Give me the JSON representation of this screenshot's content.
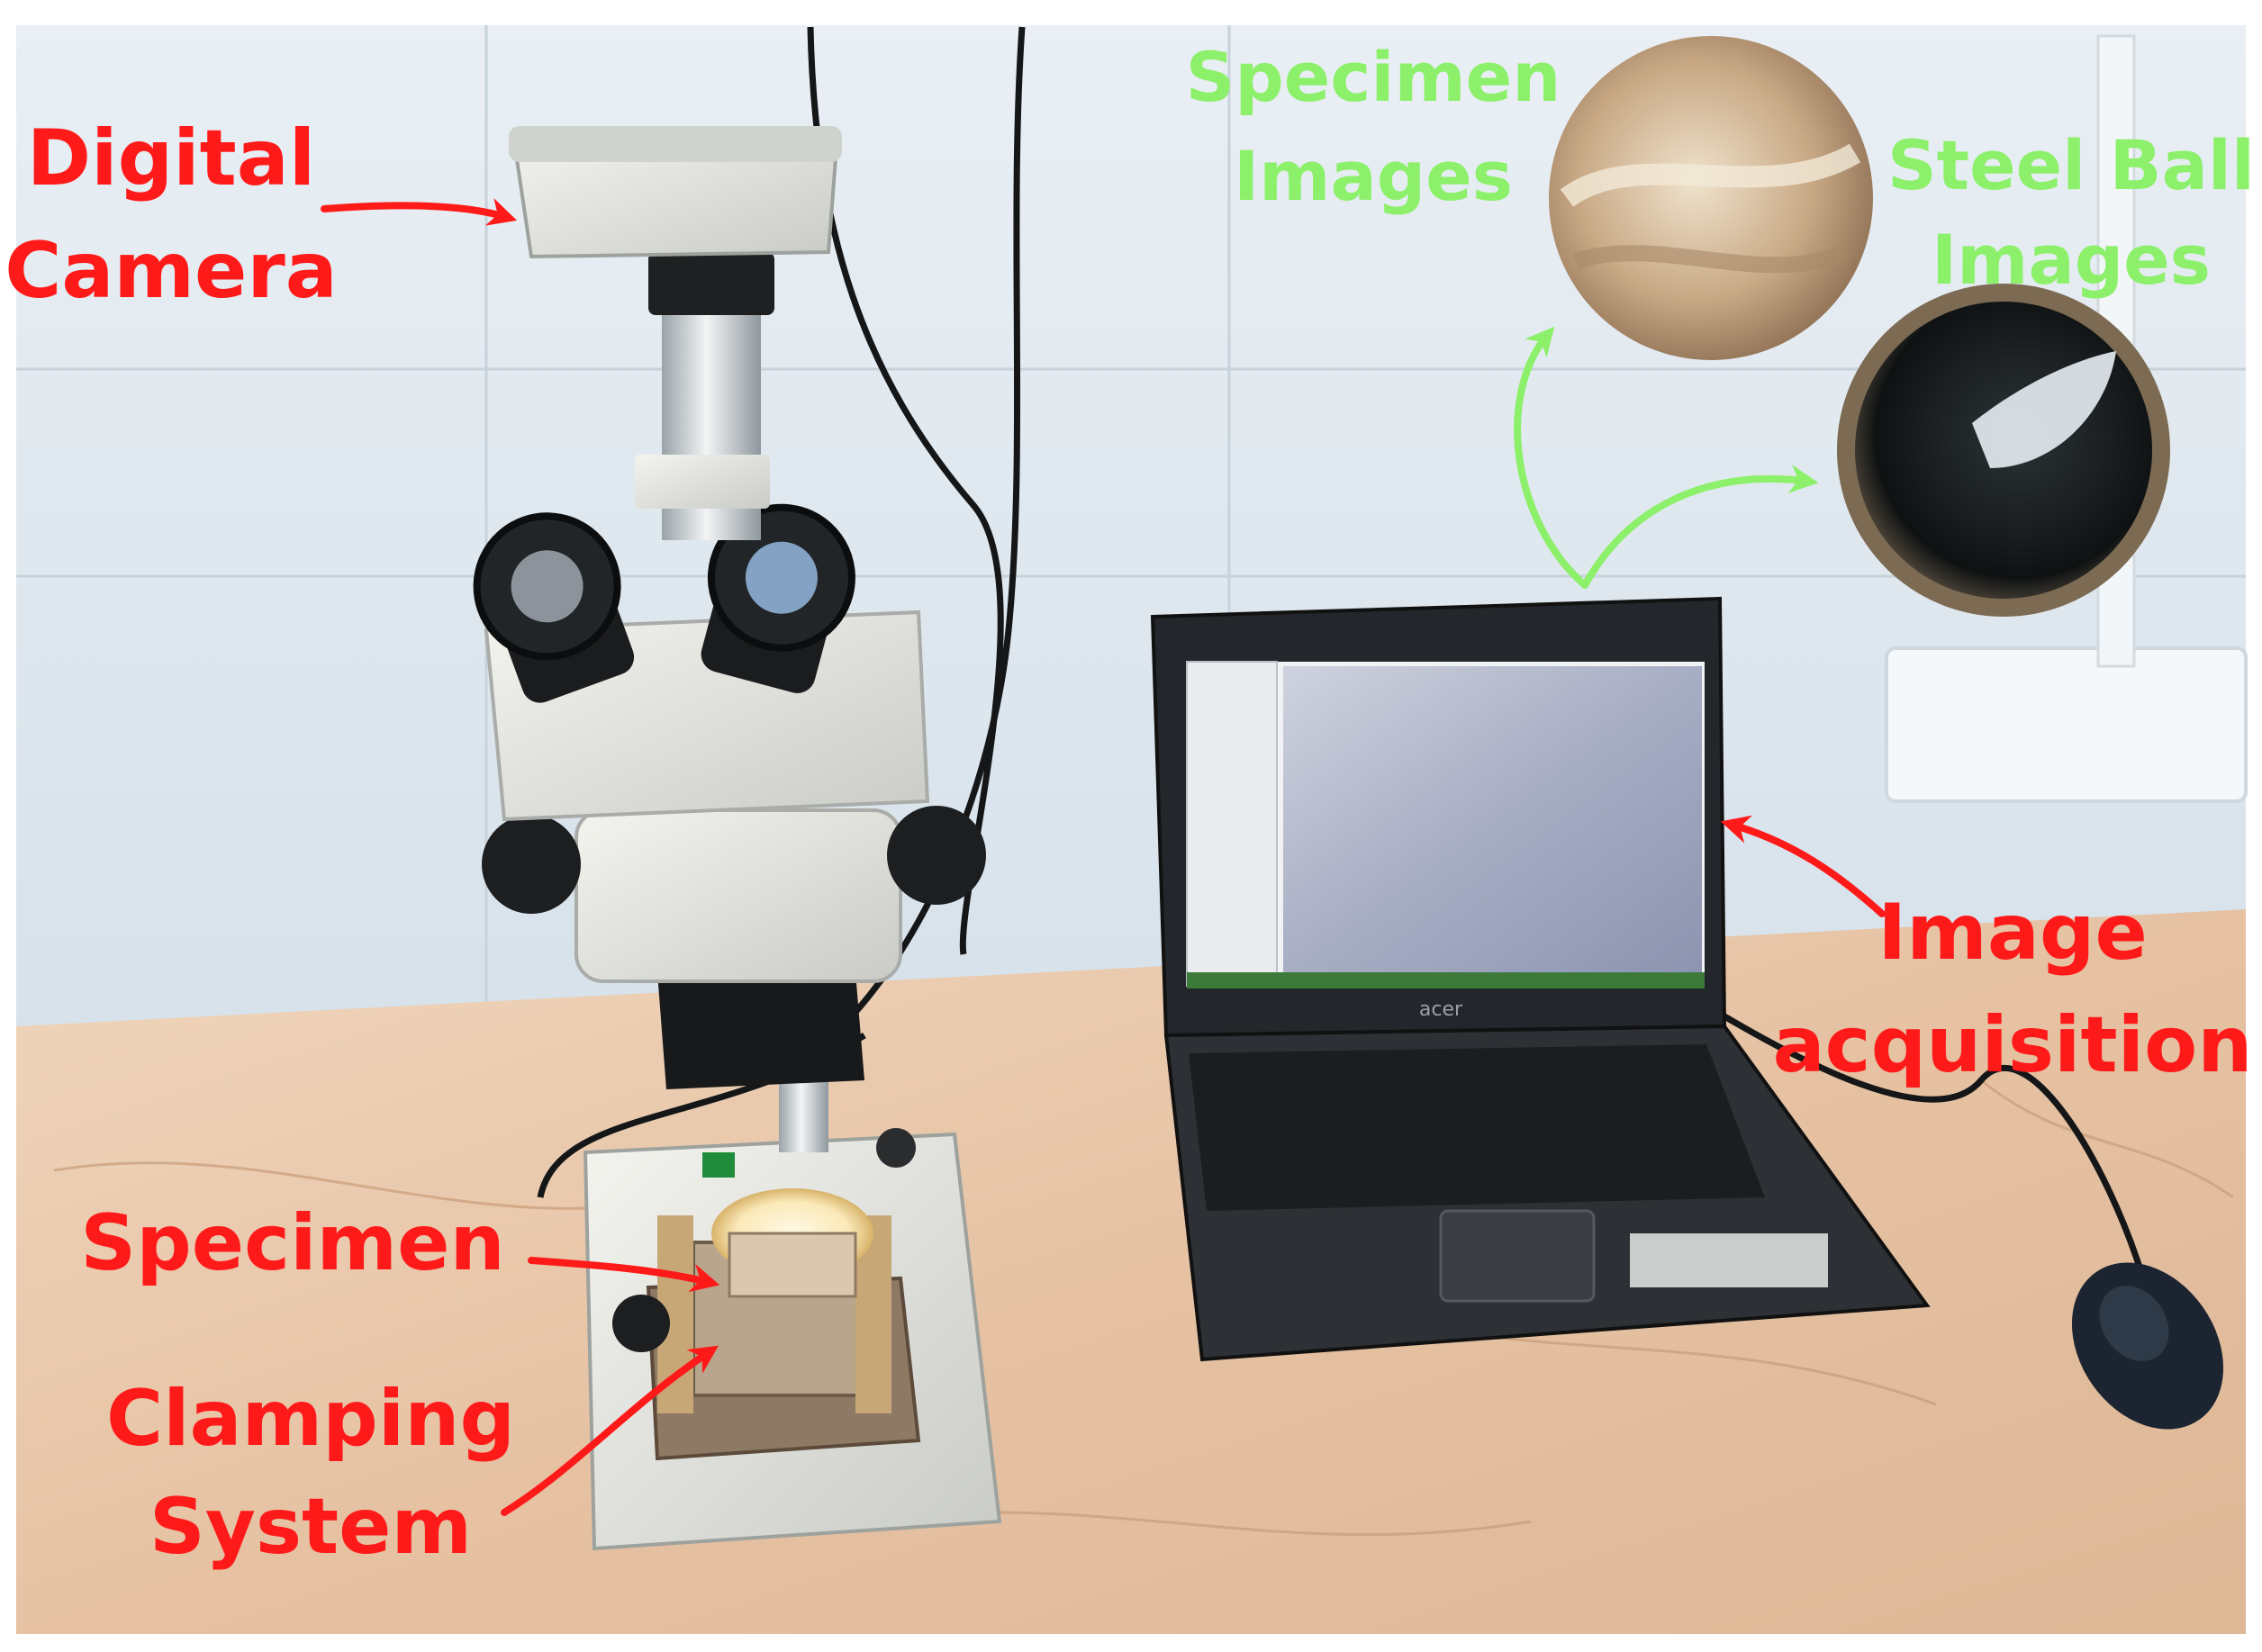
{
  "labels": {
    "digital_camera_1": "Digital",
    "digital_camera_2": "Camera",
    "specimen": "Specimen",
    "clamping_1": "Clamping",
    "clamping_2": "System",
    "specimen_images_1": "Specimen",
    "specimen_images_2": "Images",
    "steel_ball_1": "Steel Ball",
    "steel_ball_2": "Images",
    "image_acq_1": "Image",
    "image_acq_2": "acquisition"
  },
  "laptop": {
    "brand": "acer"
  },
  "colors": {
    "label_red": "#ff1a1a",
    "label_green": "#8cf06a",
    "arrow_red": "#ff1a1a",
    "arrow_green": "#8cf06a",
    "wall": "#dfe8ef",
    "counter": "#e8c9ad"
  }
}
